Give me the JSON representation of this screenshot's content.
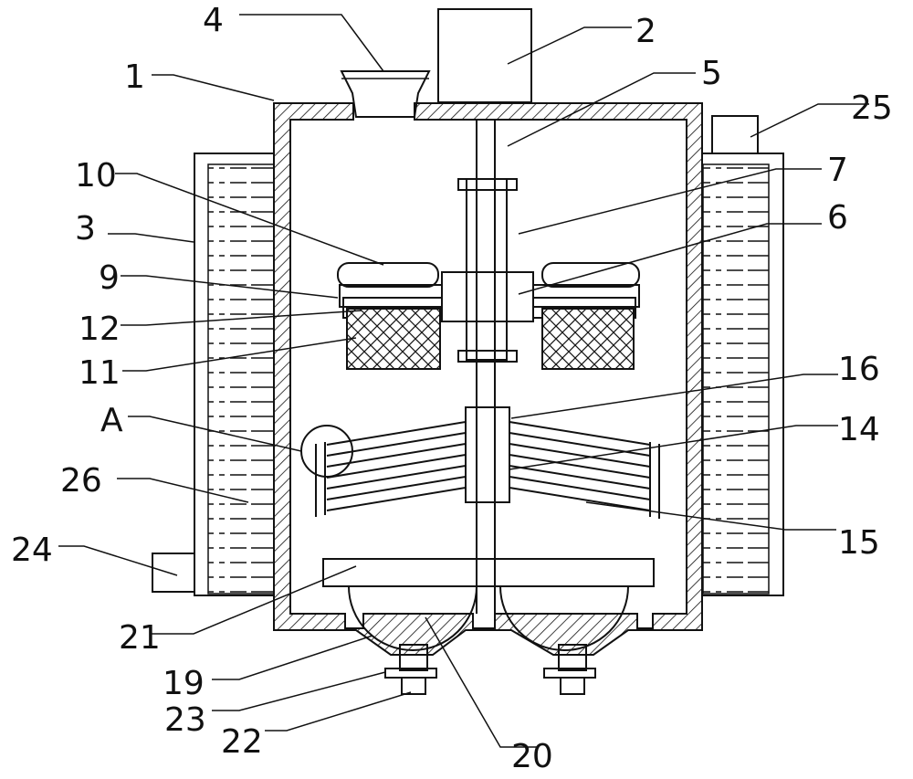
{
  "labels": {
    "l1": "1",
    "l2": "2",
    "l3": "3",
    "l4": "4",
    "l5": "5",
    "l6": "6",
    "l7": "7",
    "l9": "9",
    "l10": "10",
    "l11": "11",
    "l12": "12",
    "l14": "14",
    "l15": "15",
    "l16": "16",
    "l19": "19",
    "l20": "20",
    "l21": "21",
    "l22": "22",
    "l23": "23",
    "l24": "24",
    "l25": "25",
    "l26": "26",
    "lA": "A"
  }
}
